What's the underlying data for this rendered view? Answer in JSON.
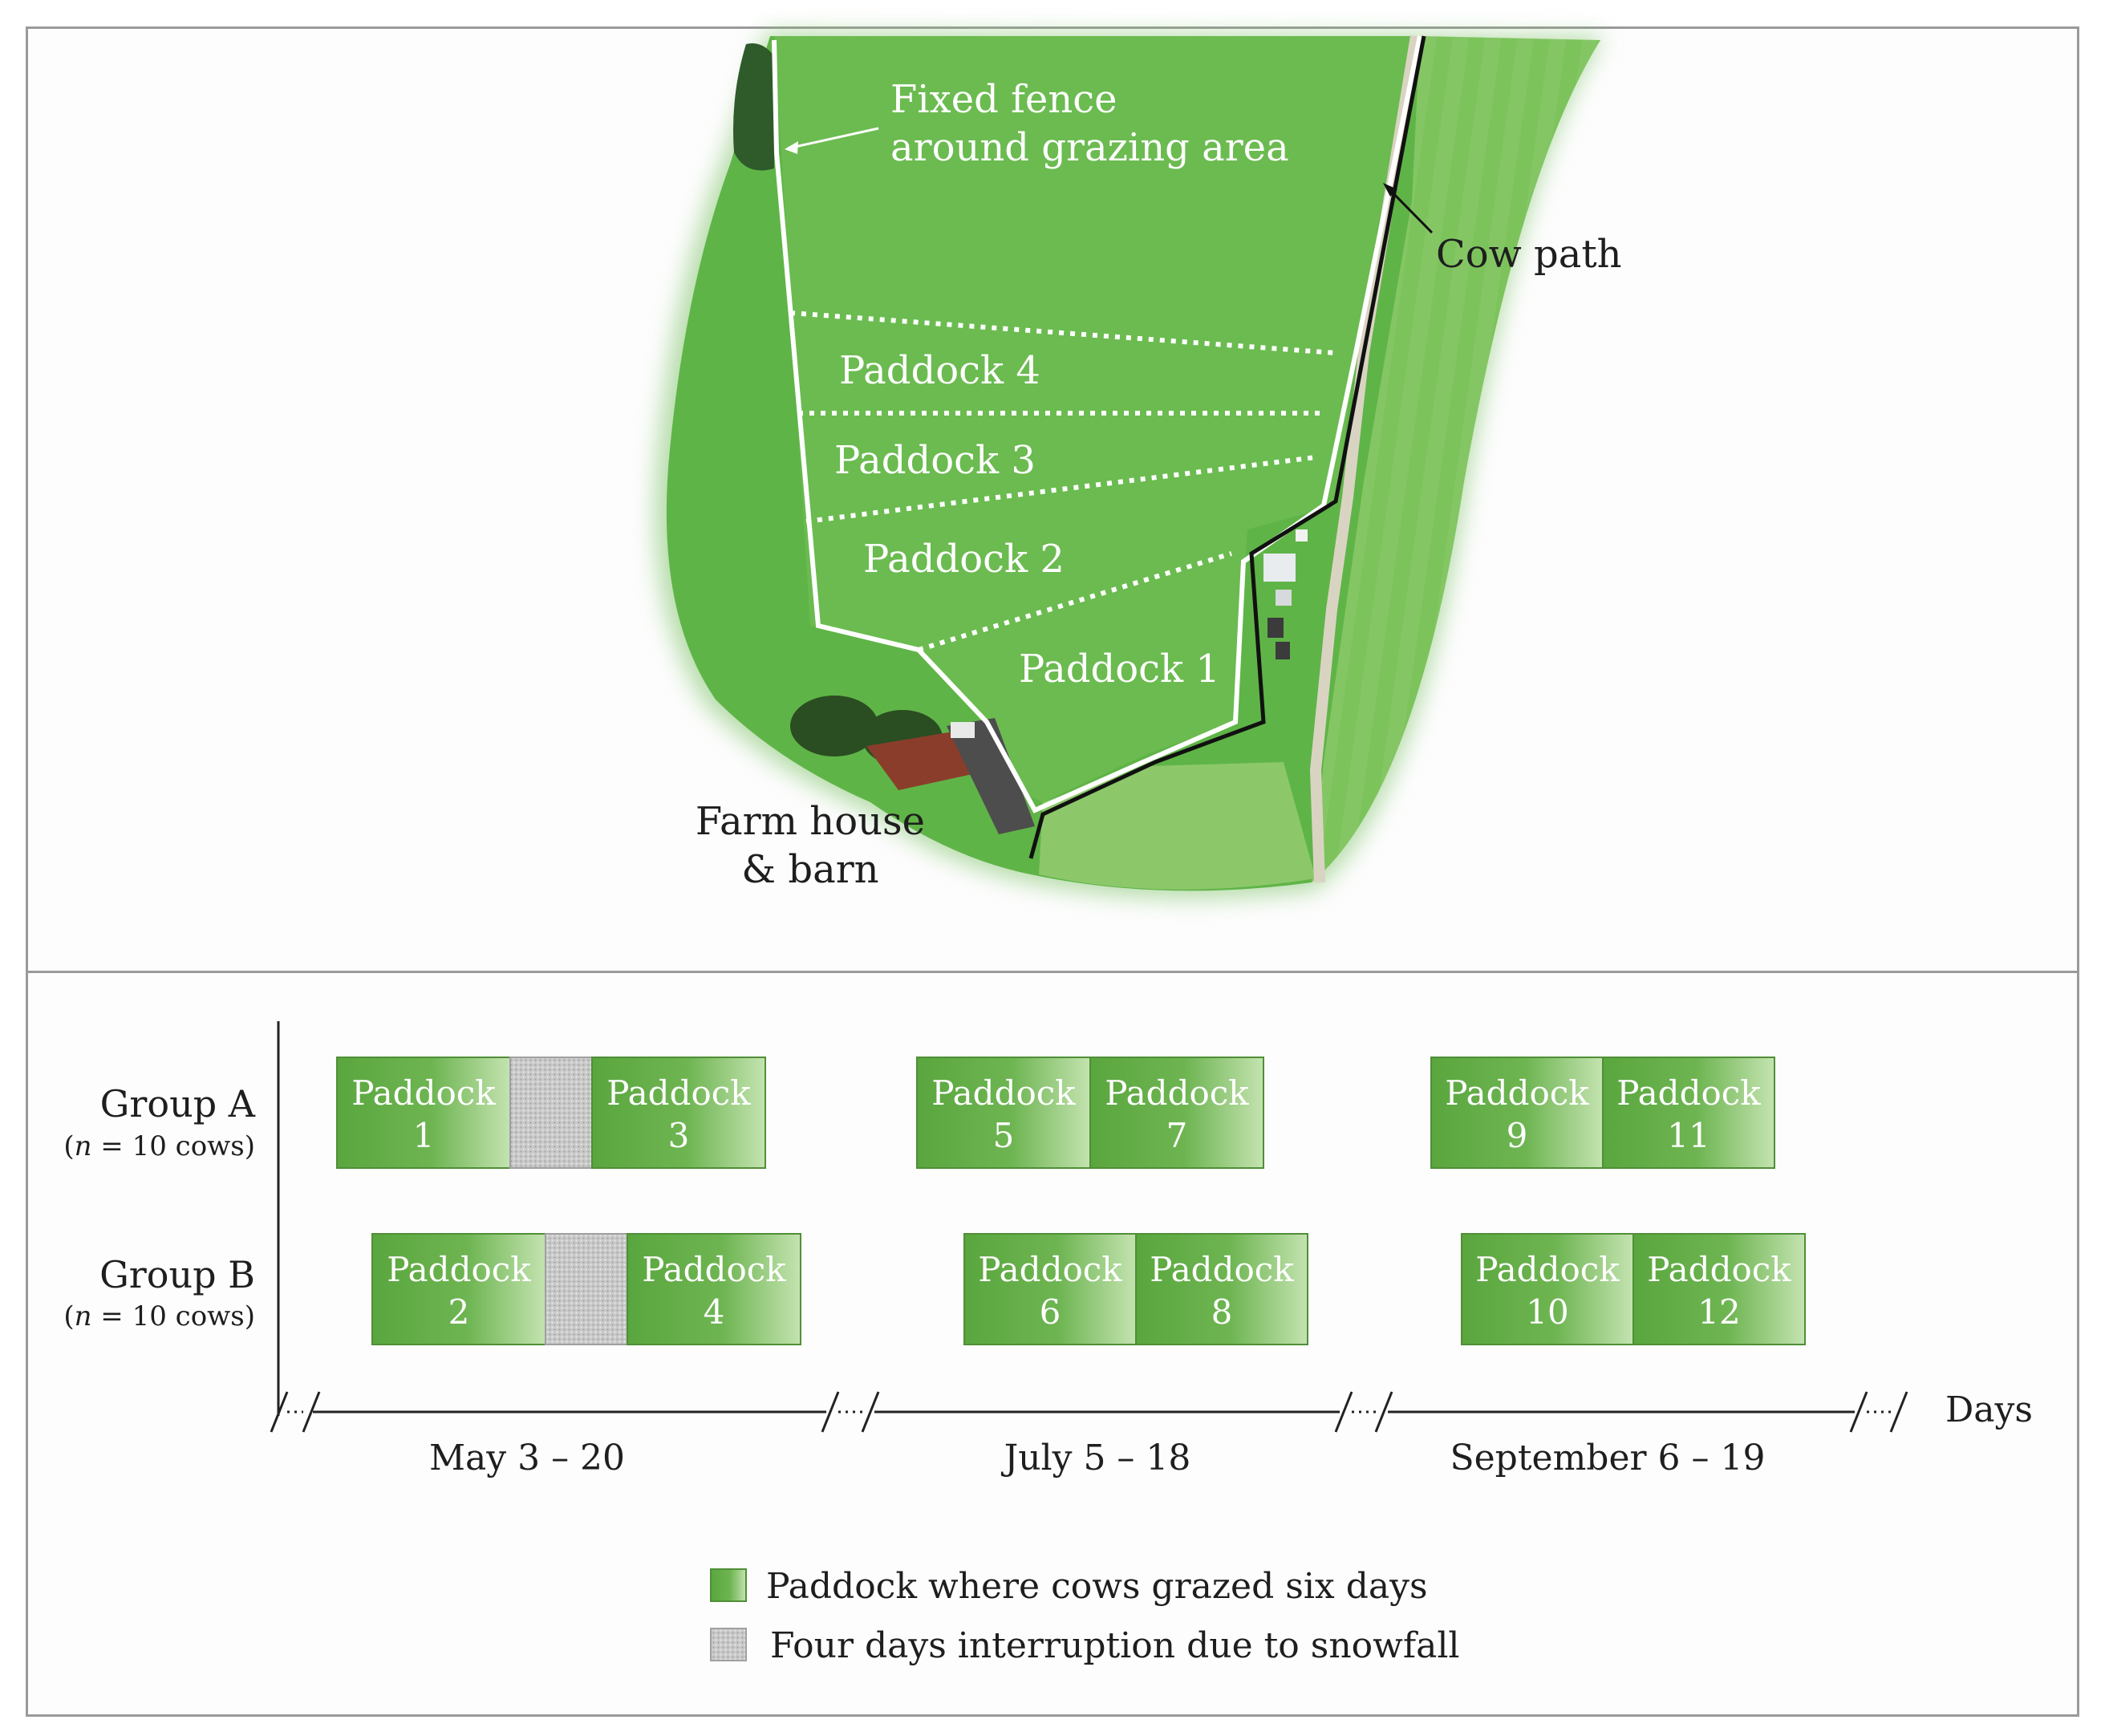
{
  "map": {
    "labels": {
      "fence_line1": "Fixed fence",
      "fence_line2": "around grazing area",
      "cow_path": "Cow path",
      "farm_line1": "Farm house",
      "farm_line2": "& barn"
    },
    "paddocks": [
      "Paddock 4",
      "Paddock 3",
      "Paddock 2",
      "Paddock 1"
    ]
  },
  "timeline": {
    "groups": [
      {
        "name": "Group A",
        "n_label": "n",
        "n_rest": " = 10 cows)",
        "n_open": "("
      },
      {
        "name": "Group B",
        "n_label": "n",
        "n_rest": " = 10 cows)",
        "n_open": "("
      }
    ],
    "blocks": [
      {
        "id": "a1",
        "word": "Paddock",
        "num": "1"
      },
      {
        "id": "a3",
        "word": "Paddock",
        "num": "3"
      },
      {
        "id": "a5",
        "word": "Paddock",
        "num": "5"
      },
      {
        "id": "a7",
        "word": "Paddock",
        "num": "7"
      },
      {
        "id": "a9",
        "word": "Paddock",
        "num": "9"
      },
      {
        "id": "a11",
        "word": "Paddock",
        "num": "11"
      },
      {
        "id": "b2",
        "word": "Paddock",
        "num": "2"
      },
      {
        "id": "b4",
        "word": "Paddock",
        "num": "4"
      },
      {
        "id": "b6",
        "word": "Paddock",
        "num": "6"
      },
      {
        "id": "b8",
        "word": "Paddock",
        "num": "8"
      },
      {
        "id": "b10",
        "word": "Paddock",
        "num": "10"
      },
      {
        "id": "b12",
        "word": "Paddock",
        "num": "12"
      }
    ],
    "periods": [
      "May 3 – 20",
      "July 5 – 18",
      "September 6 – 19"
    ],
    "axis_label": "Days"
  },
  "legend": {
    "grazed": "Paddock where cows grazed six days",
    "snow": "Four days interruption due to snowfall"
  },
  "colors": {
    "paddock_dark": "#5aa63e",
    "paddock_light": "#c4e3b0",
    "snow_gray": "#c8c8c8",
    "field_green": "#5fb447"
  }
}
